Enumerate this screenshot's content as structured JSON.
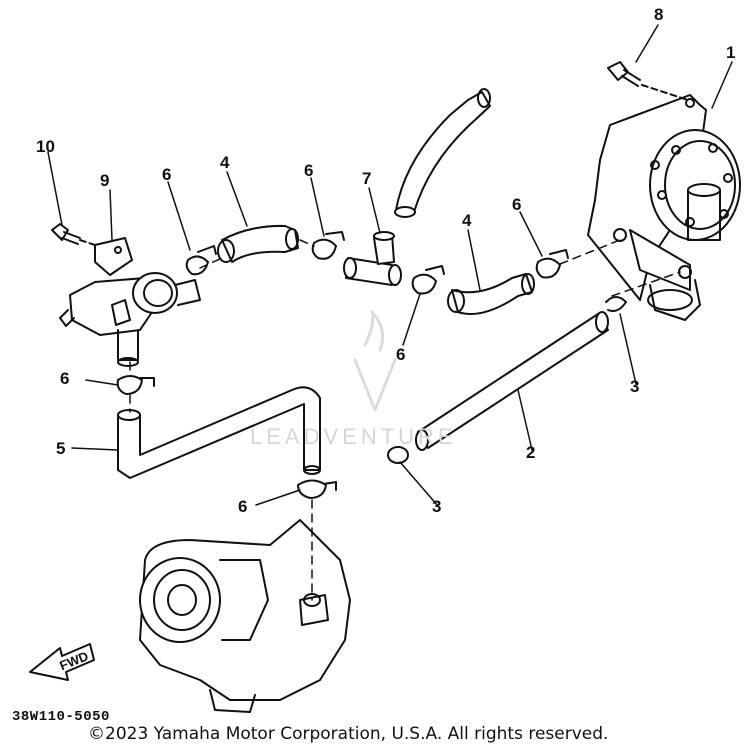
{
  "diagram": {
    "part_labels": {
      "p1": "1",
      "p2": "2",
      "p3a": "3",
      "p3b": "3",
      "p4a": "4",
      "p4b": "4",
      "p5": "5",
      "p6a": "6",
      "p6b": "6",
      "p6c": "6",
      "p6d": "6",
      "p6e": "6",
      "p6f": "6",
      "p7": "7",
      "p8": "8",
      "p9": "9",
      "p10": "10"
    },
    "direction_tag": "FWD",
    "drawing_code": "38W110-5050",
    "watermark": "LEADVENTURE",
    "copyright": "©2023 Yamaha Motor Corporation, U.S.A. All rights reserved."
  }
}
